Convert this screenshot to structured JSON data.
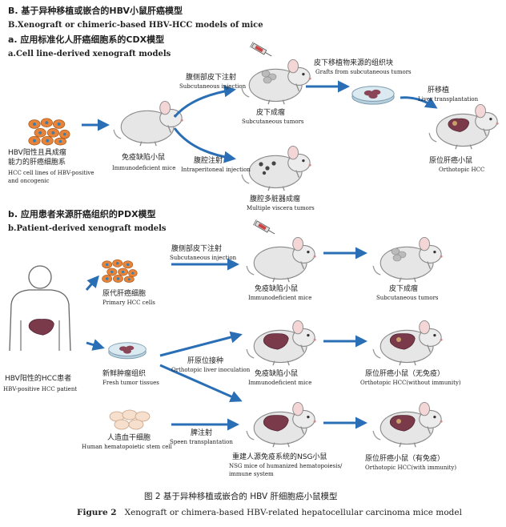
{
  "header": {
    "title_zh": "B. 基于异种移植或嵌合的HBV小鼠肝癌模型",
    "title_en": "B.Xenograft or chimeric-based HBV-HCC models of mice"
  },
  "section_a": {
    "title_zh": "a. 应用标准化人肝癌细胞系的CDX模型",
    "title_en": "a.Cell line-derived xenograft models",
    "source_zh_1": "HBV阳性且具成瘤",
    "source_zh_2": "能力的肝癌细胞系",
    "source_en_1": "HCC cell lines of HBV-positive",
    "source_en_2": "and oncogenic",
    "mouse_zh": "免疫缺陷小鼠",
    "mouse_en": "Immunodeficient mice",
    "sc_inj_zh": "腹侧部皮下注射",
    "sc_inj_en": "Subcutaneous injection",
    "ip_inj_zh": "腹腔注射",
    "ip_inj_en": "Intraperitoneal injection",
    "sc_tumor_zh": "皮下成瘤",
    "sc_tumor_en": "Subcutaneous tumors",
    "visc_zh": "腹腔多脏器成瘤",
    "visc_en": "Multiple viscera tumors",
    "graft_zh": "皮下移植物来源的组织块",
    "graft_en": "Grafts from subcutaneous tumors",
    "liver_tx_zh": "肝移植",
    "liver_tx_en": "Liver transplantation",
    "ortho_zh": "原位肝癌小鼠",
    "ortho_en": "Orthotopic HCC"
  },
  "section_b": {
    "title_zh": "b. 应用患者来源肝癌组织的PDX模型",
    "title_en": "b.Patient-derived xenograft models",
    "patient_zh": "HBV阳性的HCC患者",
    "patient_en": "HBV-positive HCC patient",
    "primary_zh": "原代肝癌细胞",
    "primary_en": "Primary HCC cells",
    "fresh_zh": "新鲜肿瘤组织",
    "fresh_en": "Fresh tumor tissues",
    "hsc_zh": "人造血干细胞",
    "hsc_en": "Human hematopoietic stem cell",
    "row1_inj_zh": "腹侧部皮下注射",
    "row1_inj_en": "Subcutaneous injection",
    "row1_mouse_zh": "免疫缺陷小鼠",
    "row1_mouse_en": "Immunodeficient mice",
    "row1_res_zh": "皮下成瘤",
    "row1_res_en": "Subcutaneous tumors",
    "row2_inj_zh": "肝原位接种",
    "row2_inj_en": "Orthotopic liver inoculation",
    "row2_mouse_zh": "免疫缺陷小鼠",
    "row2_mouse_en": "Immunodeficient mice",
    "row2_res_zh": "原位肝癌小鼠（无免疫）",
    "row2_res_en": "Orthotopic HCC(without immunity)",
    "row3_inj_zh": "脾注射",
    "row3_inj_en": "Speen transplantation",
    "row3_mouse_zh": "重建人源免疫系统的NSG小鼠",
    "row3_mouse_en_1": "NSG mice of humanized hematopoiesis/",
    "row3_mouse_en_2": "immune system",
    "row3_res_zh": "原位肝癌小鼠（有免疫）",
    "row3_res_en": "Orthotopic HCC(with immunity)"
  },
  "caption": {
    "zh": "图 2   基于异种移植或嵌合的 HBV 肝细胞癌小鼠模型",
    "en_label": "Figure 2",
    "en_text": "Xenograft or chimera-based HBV-related hepatocellular carcinoma mice model"
  },
  "colors": {
    "arrow": "#2a6fb5",
    "liver": "#7a3a4a",
    "cell": "#e8843a",
    "dish": "#cfe0ea"
  }
}
